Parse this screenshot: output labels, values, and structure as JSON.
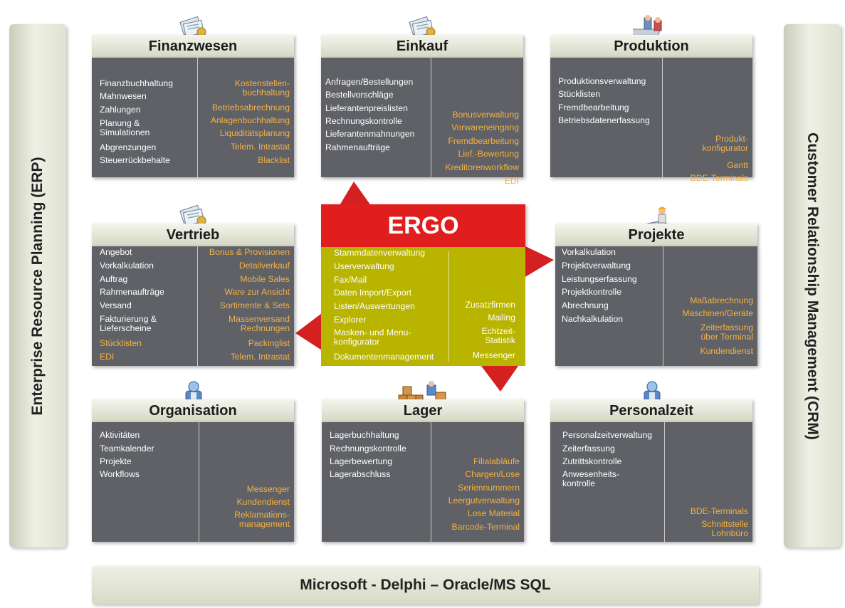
{
  "side_left": {
    "label": "Enterprise Resource Planning (ERP)"
  },
  "side_right": {
    "label": "Customer Relationship Management (CRM)"
  },
  "footer": {
    "label": "Microsoft - Delphi – Oracle/MS SQL"
  },
  "modules": {
    "finanzwesen": {
      "title": "Finanzwesen",
      "icon": "documents-icon",
      "left": [
        "Finanzbuchhaltung",
        "Mahnwesen",
        "Zahlungen",
        "Planung &\nSimulationen",
        "Abgrenzungen",
        "Steuerrückbehalte"
      ],
      "right": [
        "Kostenstellen-\nbuchhaltung",
        "Betriebsabrechnung",
        "Anlagenbuchhaltung",
        "Liquiditätsplanung",
        "Telem. Intrastat",
        "Blacklist"
      ]
    },
    "einkauf": {
      "title": "Einkauf",
      "icon": "documents-icon",
      "left": [
        "Anfragen/Bestellungen",
        "Bestellvorschläge",
        "Lieferantenpreislisten",
        "Rechnungskontrolle",
        "Lieferantenmahnungen",
        "Rahmenaufträge"
      ],
      "right": [
        "Bonusverwaltung",
        "Vorwareneingang",
        "Fremdbearbeitung",
        "Lief.-Bewertung",
        "Kreditorenworkflow",
        "EDI"
      ]
    },
    "produktion": {
      "title": "Produktion",
      "icon": "production-icon",
      "left": [
        "Produktionsverwaltung",
        "Stücklisten",
        "Fremdbearbeitung",
        "Betriebsdatenerfassung"
      ],
      "right": [
        "Produkt-\nkonfigurator",
        "Gantt",
        "BDE-Terminals"
      ]
    },
    "vertrieb": {
      "title": "Vertrieb",
      "icon": "documents-icon",
      "left": [
        "Angebot",
        "Vorkalkulation",
        "Auftrag",
        "Rahmenaufträge",
        "Versand",
        "Fakturierung &\nLieferscheine"
      ],
      "left_orange": [
        "Stücklisten",
        "EDI"
      ],
      "right": [
        "Bonus & Provisionen",
        "Detailverkauf",
        "Mobile Sales",
        "Ware zur Ansicht",
        "Sortimente & Sets",
        "Massenversand\nRechnungen",
        "Packinglist",
        "Telem. Intrastat"
      ]
    },
    "projekte": {
      "title": "Projekte",
      "icon": "plan-icon",
      "left": [
        "Vorkalkulation",
        "Projektverwaltung",
        "Leistungserfassung",
        "Projektkontrolle",
        "Abrechnung",
        "Nachkalkulation"
      ],
      "right": [
        "Maßabrechnung",
        "Maschinen/Geräte",
        "Zeiterfassung\nüber Terminal",
        "Kundendienst"
      ]
    },
    "organisation": {
      "title": "Organisation",
      "icon": "person-icon",
      "left": [
        "Aktivitäten",
        "Teamkalender",
        "Projekte",
        "Workflows"
      ],
      "right": [
        "Messenger",
        "Kundendienst",
        "Reklamations-\nmanagement"
      ]
    },
    "lager": {
      "title": "Lager",
      "icon": "warehouse-icon",
      "left": [
        "Lagerbuchhaltung",
        "Rechnungskontrolle",
        "Lagerbewertung",
        "Lagerabschluss"
      ],
      "right": [
        "Filialabläufe",
        "Chargen/Lose",
        "Seriennummern",
        "Leergutverwaltung",
        "Lose Material",
        "Barcode-Terminal"
      ]
    },
    "personalzeit": {
      "title": "Personalzeit",
      "icon": "person-icon",
      "left": [
        "Personalzeitverwaltung",
        "Zeiterfassung",
        "Zutrittskontrolle",
        "Anwesenheits-\nkontrolle"
      ],
      "right": [
        "BDE-Terminals",
        "Schnittstelle\nLohnbüro"
      ]
    }
  },
  "ergo": {
    "title": "ERGO",
    "left": [
      "Stammdatenverwaltung",
      "Userverwaltung",
      "Fax/Mail",
      "Daten Import/Export",
      "Listen/Auswertungen",
      "Explorer",
      "Masken- und Menu-\nkonfigurator",
      "Dokumentenmanagement"
    ],
    "right": [
      "Zusatzfirmen",
      "Mailing",
      "Echtzeit-\nStatistik",
      "Messenger"
    ],
    "colors": {
      "head": "#e01e1e",
      "body": "#b8b400"
    }
  },
  "colors": {
    "module_body": "#5f6166",
    "accent_text": "#f5b041"
  }
}
